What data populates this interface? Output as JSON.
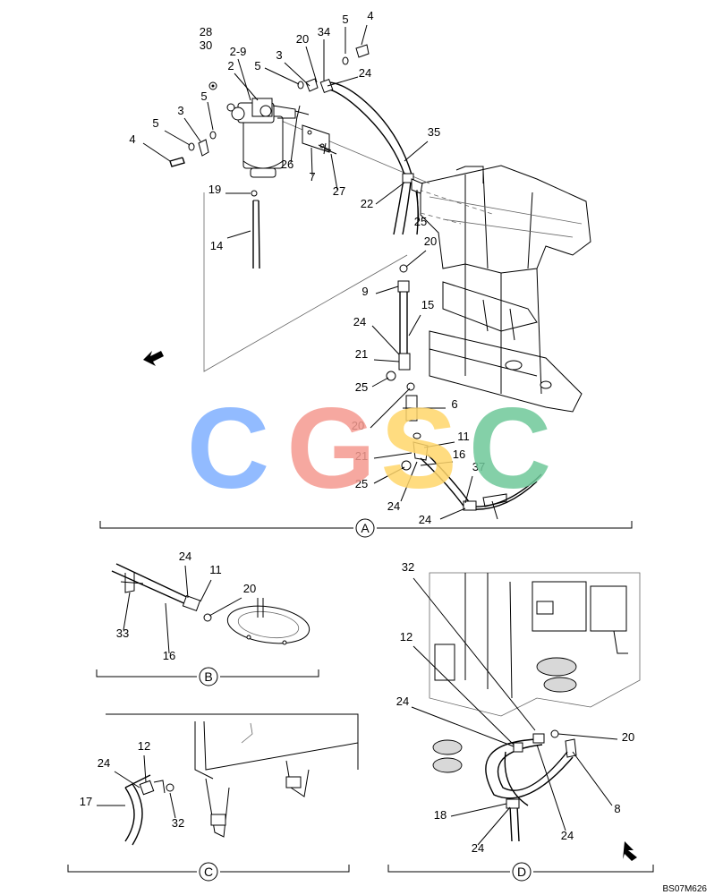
{
  "watermark": {
    "letters": [
      "C",
      "G",
      "S",
      "C"
    ],
    "colors": [
      "#7fb0ff",
      "#f59a90",
      "#ffd66b",
      "#6fc89a"
    ]
  },
  "sections": {
    "a": {
      "label": "A"
    },
    "b": {
      "label": "B"
    },
    "c": {
      "label": "C"
    },
    "d": {
      "label": "D"
    }
  },
  "drawing_code": "BS07M626",
  "callouts_a": [
    "28",
    "30",
    "2-9",
    "2",
    "5",
    "3",
    "20",
    "34",
    "5",
    "4",
    "24",
    "5",
    "5",
    "3",
    "4",
    "26",
    "7",
    "27",
    "35",
    "22",
    "25",
    "19",
    "14",
    "20",
    "9",
    "24",
    "15",
    "21",
    "25",
    "6",
    "20",
    "11",
    "21",
    "16",
    "37",
    "25",
    "24",
    "24"
  ],
  "callouts_b": [
    "24",
    "11",
    "20",
    "33",
    "16"
  ],
  "callouts_c": [
    "12",
    "24",
    "17",
    "32"
  ],
  "callouts_d": [
    "32",
    "12",
    "24",
    "20",
    "8",
    "18",
    "24",
    "24"
  ]
}
